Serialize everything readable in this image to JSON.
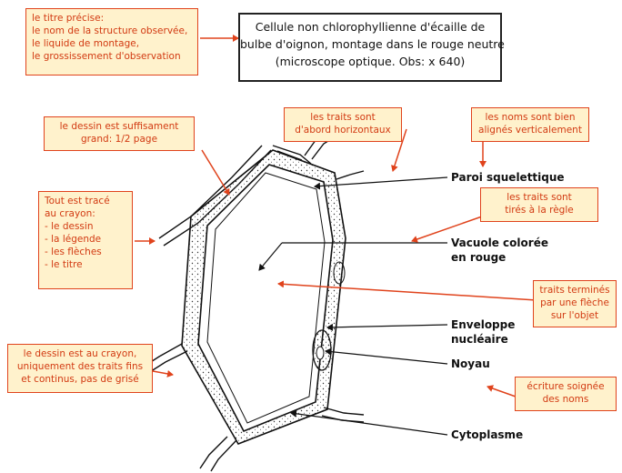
{
  "title_box": {
    "lines": [
      "Cellule non chlorophyllienne d'écaille de",
      "bulbe d'oignon, montage dans le rouge neutre",
      "(microscope optique. Obs: x 640)"
    ]
  },
  "notes": {
    "title_note": [
      "le titre précise:",
      "le nom de la structure observée,",
      "le liquide de montage,",
      "le grossissement d'observation"
    ],
    "size_note": [
      "le dessin est suffisament",
      "grand: 1/2 page"
    ],
    "pencil_note": [
      "Tout est tracé",
      "au crayon:",
      "- le dessin",
      "- la légende",
      "- les flèches",
      "- le titre"
    ],
    "lines_note": [
      "les traits sont",
      "d'abord horizontaux"
    ],
    "names_note": [
      "les noms sont bien",
      "alignés verticalement"
    ],
    "ruler_note": [
      "les traits sont",
      "tirés à la règle"
    ],
    "arrow_note": [
      "traits terminés",
      "par une flèche",
      "sur l'objet"
    ],
    "fine_note": [
      "le dessin est au crayon,",
      "uniquement des traits fins",
      "et continus, pas de grisé"
    ],
    "writing_note": [
      "écriture soignée",
      "des noms"
    ]
  },
  "labels": {
    "wall": "Paroi squelettique",
    "vacuole_1": "Vacuole colorée",
    "vacuole_2": "en rouge",
    "envelope_1": "Enveloppe",
    "envelope_2": "nucléaire",
    "nucleus": "Noyau",
    "cytoplasm": "Cytoplasme"
  },
  "colors": {
    "note_border": "#e0431c",
    "note_fill": "#fff2cc",
    "note_text": "#d23a12",
    "ink": "#111111"
  }
}
